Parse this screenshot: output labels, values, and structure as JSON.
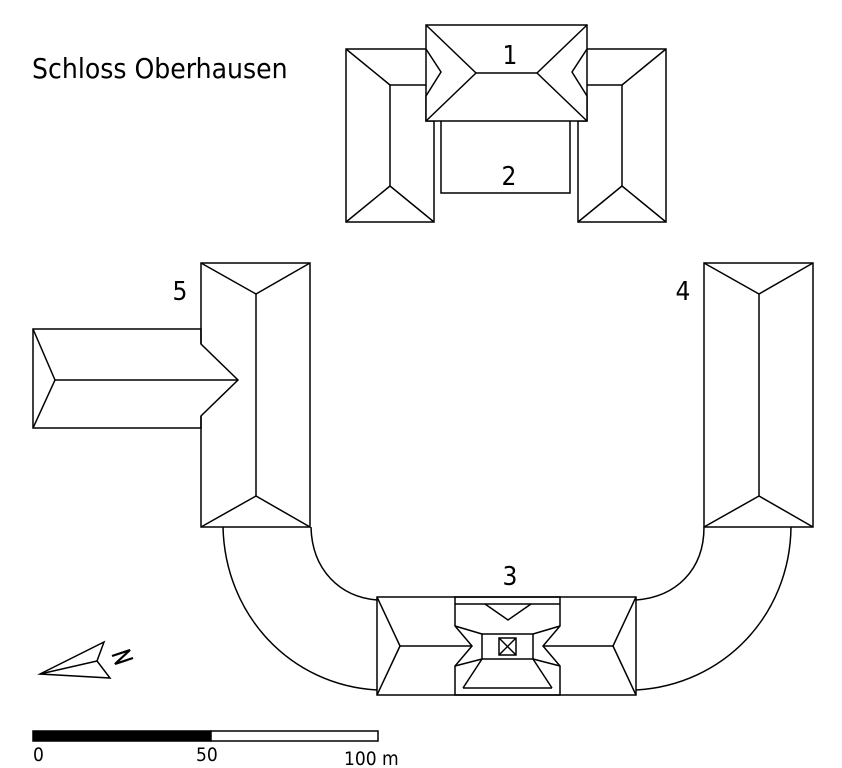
{
  "title": "Schloss Oberhausen",
  "buildings": [
    {
      "id": "1",
      "label": "1"
    },
    {
      "id": "2",
      "label": "2"
    },
    {
      "id": "3",
      "label": "3"
    },
    {
      "id": "4",
      "label": "4"
    },
    {
      "id": "5",
      "label": "5"
    }
  ],
  "scale_bar": {
    "tick_0": "0",
    "tick_50": "50",
    "tick_100": "100 m"
  },
  "north_arrow": {
    "label": "N"
  },
  "colors": {
    "line": "#000000",
    "background": "#ffffff"
  }
}
